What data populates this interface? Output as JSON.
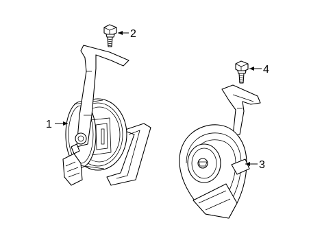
{
  "callouts": [
    {
      "id": "1",
      "label": "1"
    },
    {
      "id": "2",
      "label": "2"
    },
    {
      "id": "3",
      "label": "3"
    },
    {
      "id": "4",
      "label": "4"
    }
  ],
  "parts": [
    {
      "callout": "1",
      "icon": "horn-with-bracket-icon"
    },
    {
      "callout": "2",
      "icon": "bolt-icon"
    },
    {
      "callout": "3",
      "icon": "snail-horn-icon"
    },
    {
      "callout": "4",
      "icon": "bolt-icon"
    }
  ]
}
